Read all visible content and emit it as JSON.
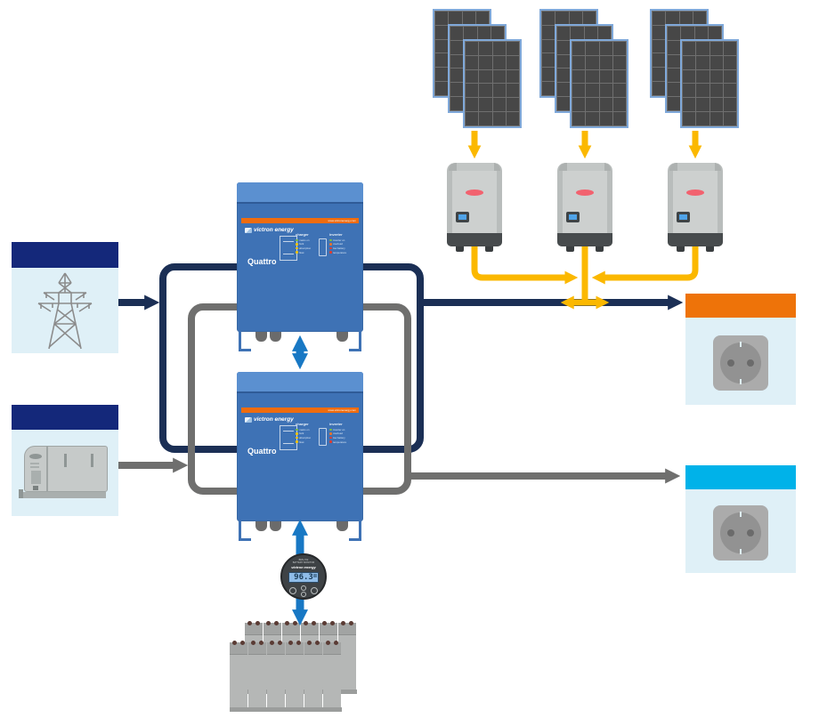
{
  "colors": {
    "navy_header": "#14287A",
    "navy_wire": "#1B2F55",
    "grey_wire": "#6F6F6E",
    "yellow": "#FBB800",
    "blue_arrow": "#1878C4",
    "orange": "#EE7309",
    "cyan": "#00B2E9",
    "card_body": "#DFF0F7",
    "quattro_band": "#5B90D0",
    "quattro_body": "#3E72B5",
    "quattro_stripe": "#EF6C0E",
    "panel_cell": "#474747",
    "panel_gap": "#6F6F6F",
    "panel_border": "#7FA8D9",
    "red_led": "#F2626F",
    "battery_body": "#B5B7B6",
    "battery_top": "#A2A4A3",
    "terminal": "#5A3B34",
    "bmv_body": "#3E4245",
    "lcd": "#8FBCE8",
    "socket_plate": "#ABABAB",
    "socket_circle": "#929292",
    "socket_hole": "#6B6B6B",
    "icon_grey": "#8C8C8C",
    "gen_body": "#C6CAC9",
    "gen_line": "#9FA5A4"
  },
  "pv": {
    "groups": 3,
    "panels_per_group": 3,
    "cells_cols": 4,
    "cells_rows": 6
  },
  "quattro": {
    "count": 2,
    "brand": "victron energy",
    "model": "Quattro",
    "website": "www.victronenergy.com",
    "charger_label": "charger",
    "inverter_label": "inverter",
    "charger_leds": [
      {
        "label": "mains on",
        "color": "#7DC242"
      },
      {
        "label": "bulk",
        "color": "#F5C400"
      },
      {
        "label": "absorption",
        "color": "#F5C400"
      },
      {
        "label": "float",
        "color": "#F5C400"
      }
    ],
    "inverter_leds": [
      {
        "label": "inverter on",
        "color": "#7DC242"
      },
      {
        "label": "overload",
        "color": "#E8732A"
      },
      {
        "label": "low battery",
        "color": "#E23B2E"
      },
      {
        "label": "temperature",
        "color": "#E23B2E"
      }
    ]
  },
  "battery_monitor": {
    "model_text": "BMV-702",
    "subtitle": "BATTERY MONITOR",
    "brand": "victron energy",
    "display_value": "96.3"
  },
  "battery_bank": {
    "rows": 2,
    "per_row": 6
  }
}
